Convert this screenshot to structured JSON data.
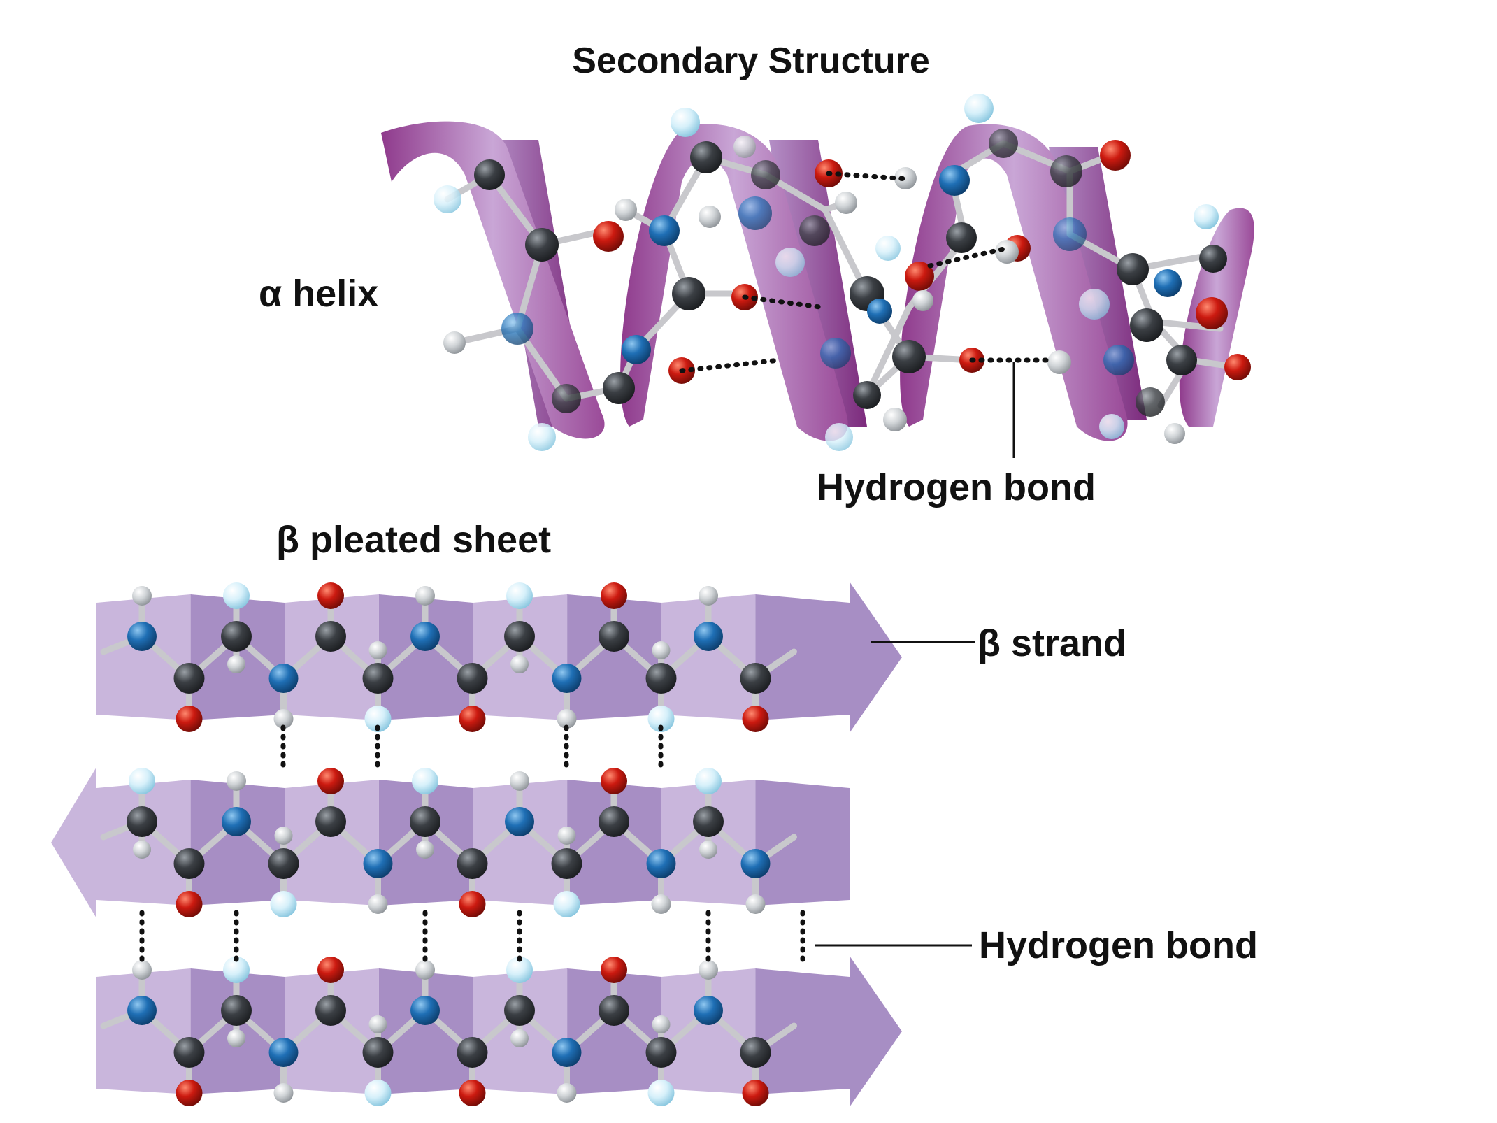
{
  "diagram": {
    "title": "Secondary Structure",
    "alpha_helix_label": "α helix",
    "helix_hbond_label": "Hydrogen bond",
    "beta_sheet_label": "β pleated sheet",
    "beta_strand_label": "β strand",
    "sheet_hbond_label": "Hydrogen bond"
  },
  "colors": {
    "ribbon_light": "#c9b6dc",
    "ribbon_mid": "#a78ec4",
    "ribbon_dark": "#8a2f86",
    "carbon": "#3b3f44",
    "nitrogen": "#1f6fb5",
    "oxygen": "#cc1a10",
    "hydrogen": "#cfd3d6",
    "hydrogen_light": "#bfe6f5"
  },
  "icons": {
    "alpha_helix": "ribbon-helix-icon",
    "beta_strand": "arrow-strand-icon",
    "atom": "sphere-atom-icon"
  }
}
